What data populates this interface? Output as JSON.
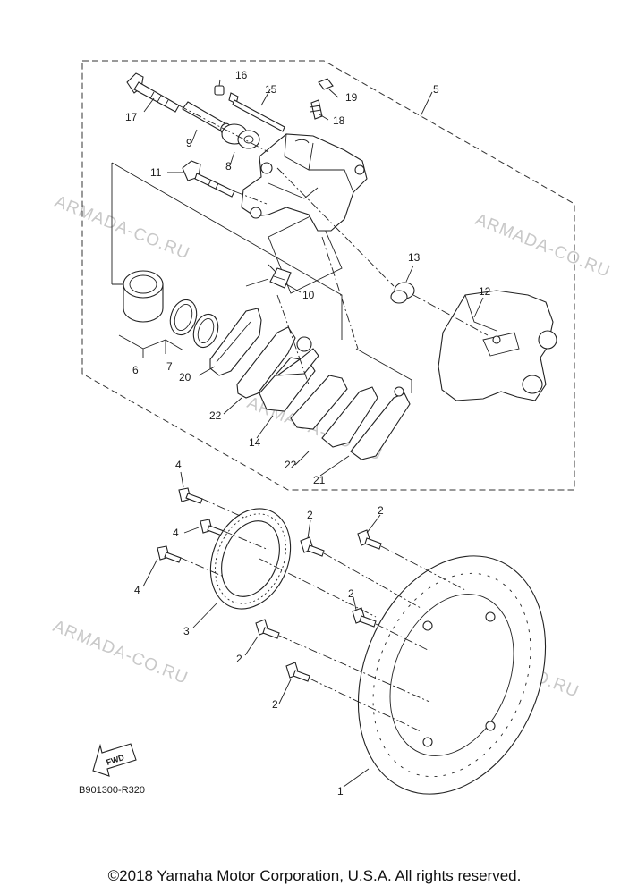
{
  "diagram": {
    "callouts": {
      "c1": "1",
      "c2a": "2",
      "c2b": "2",
      "c2c": "2",
      "c2d": "2",
      "c2e": "2",
      "c3": "3",
      "c4a": "4",
      "c4b": "4",
      "c4c": "4",
      "c5": "5",
      "c6": "6",
      "c7": "7",
      "c8": "8",
      "c9": "9",
      "c10": "10",
      "c11": "11",
      "c12": "12",
      "c13": "13",
      "c14": "14",
      "c15": "15",
      "c16": "16",
      "c17": "17",
      "c18": "18",
      "c19": "19",
      "c20": "20",
      "c21": "21",
      "c22a": "22",
      "c22b": "22"
    },
    "watermark": "ARMADA-CO.RU",
    "fwd_label": "FWD",
    "drawing_code": "B901300-R320"
  },
  "footer": {
    "copyright": "©2018 Yamaha Motor Corporation, U.S.A. All rights reserved."
  }
}
